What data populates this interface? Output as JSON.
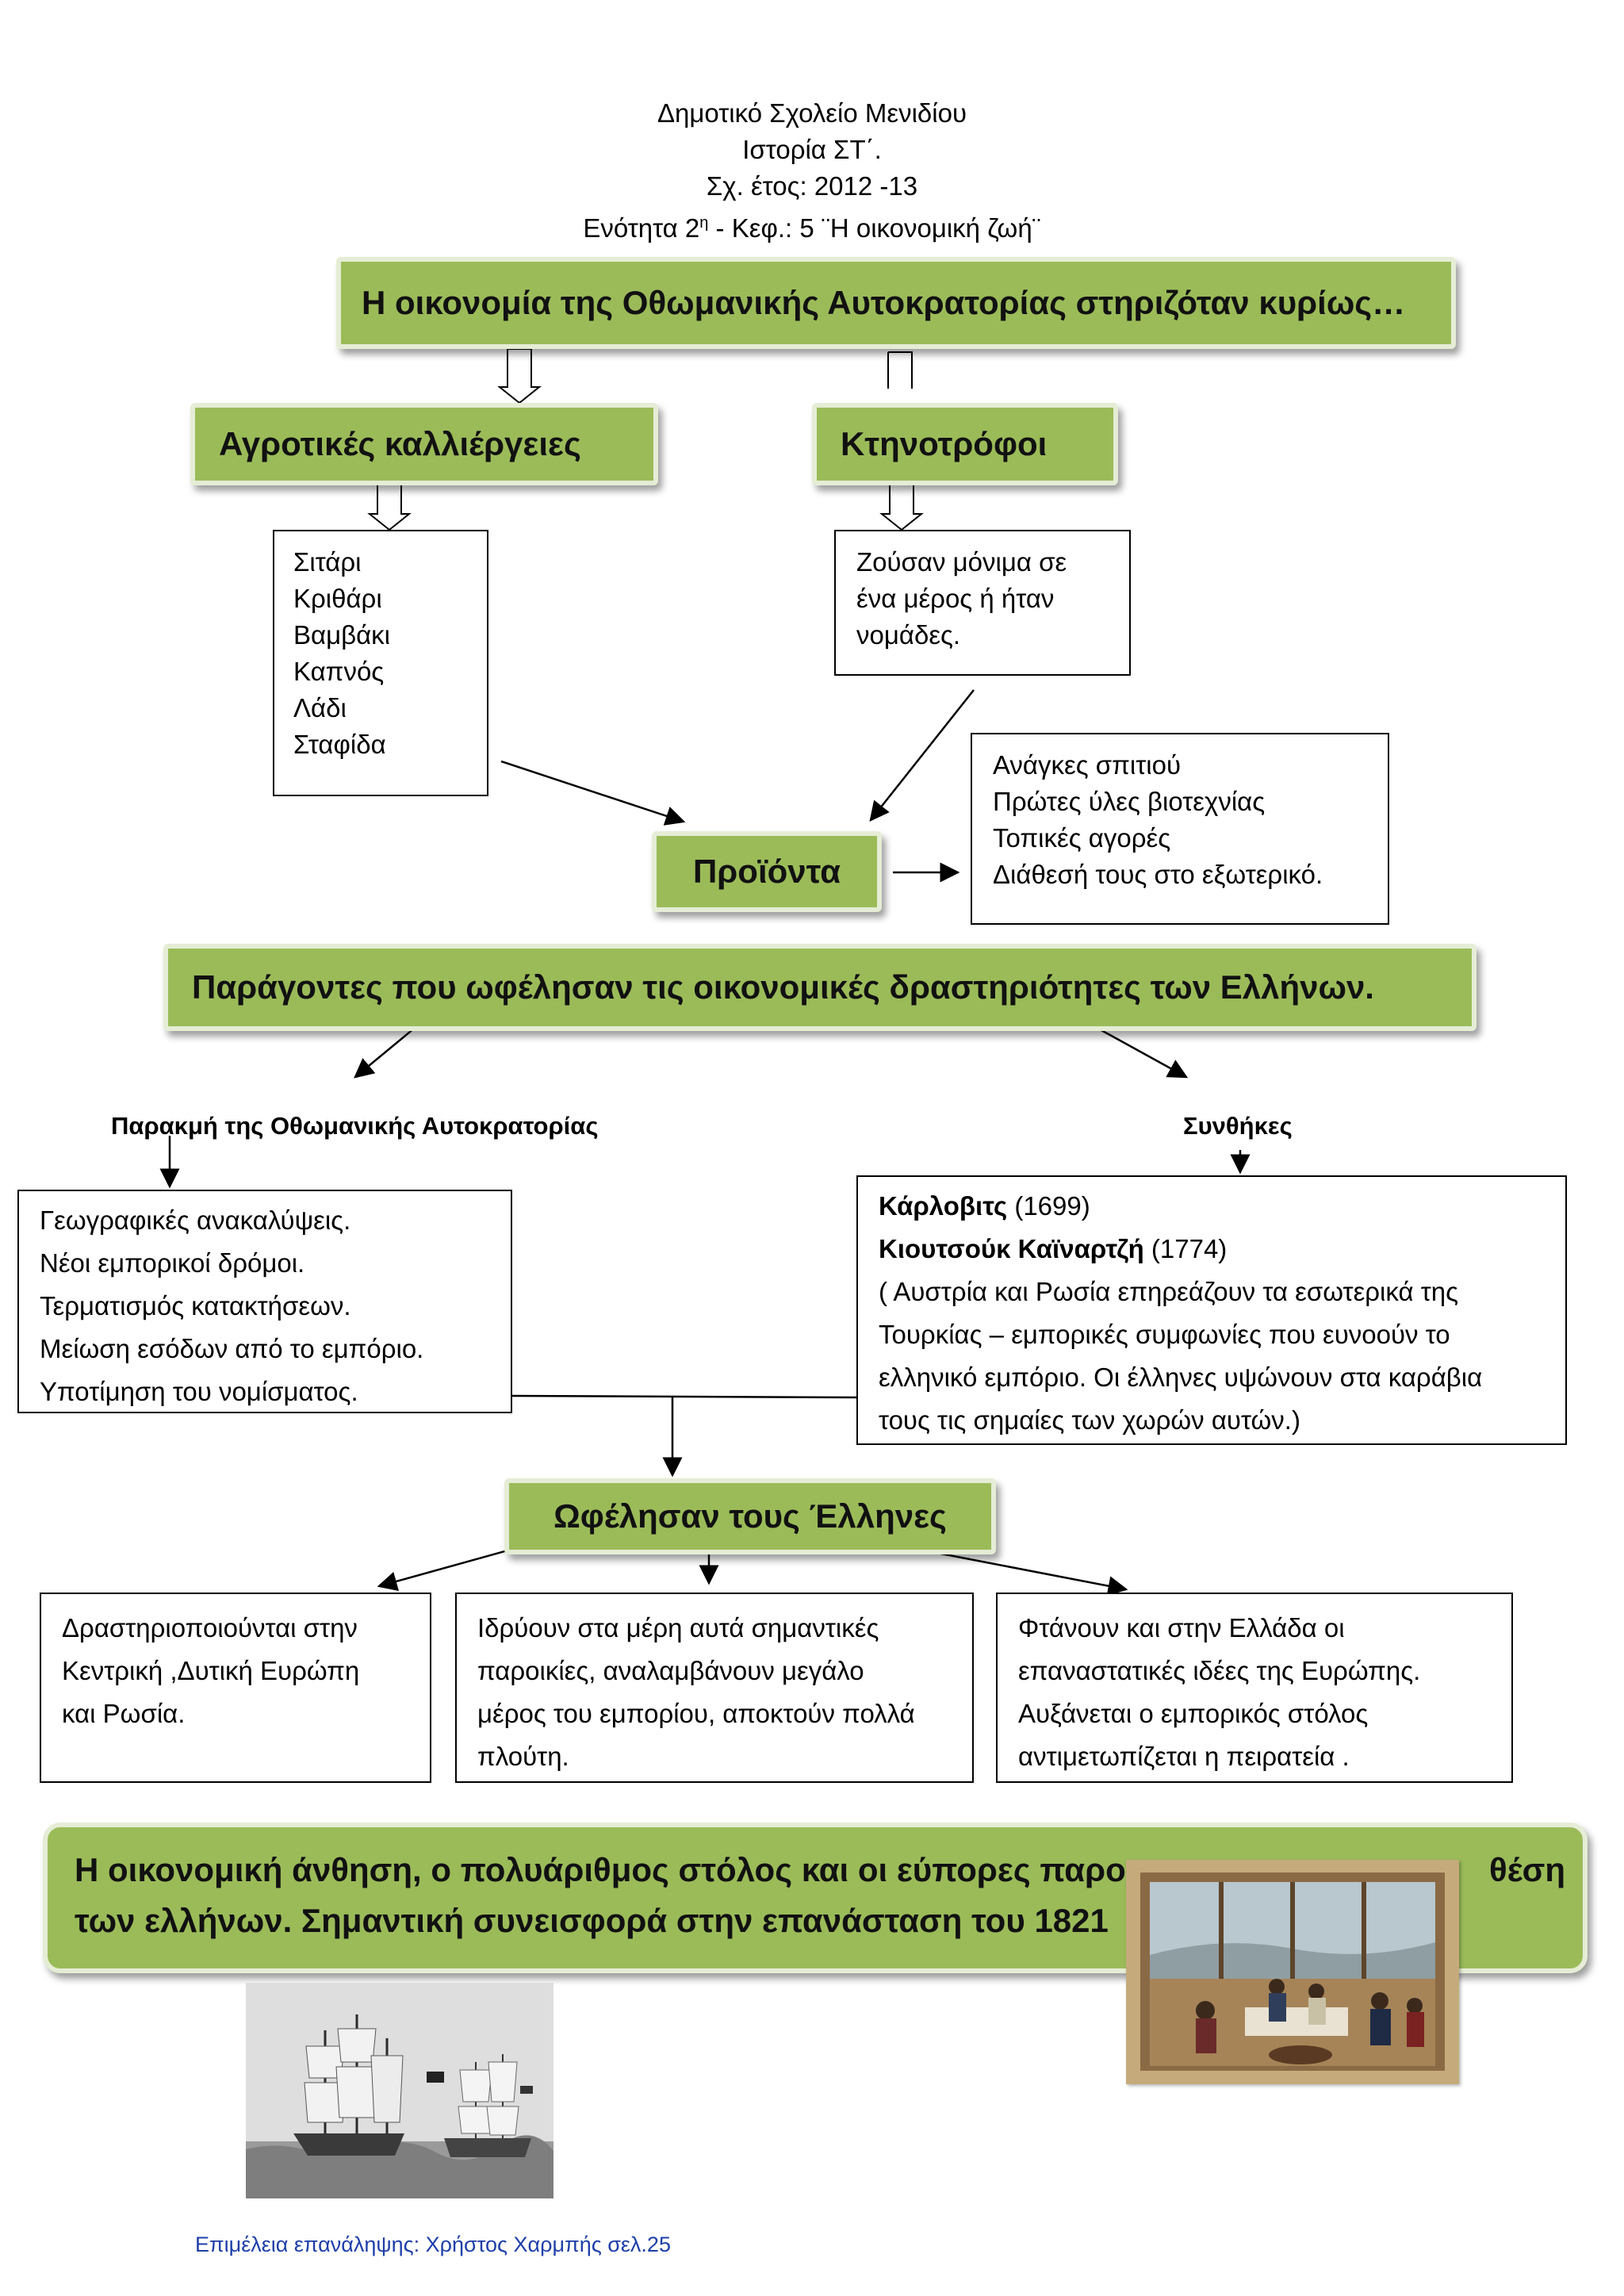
{
  "header": {
    "school": "Δημοτικό Σχολείο Μενιδίου",
    "subject": "Ιστορία ΣΤ΄.",
    "year": "Σχ. έτος: 2012 -13",
    "unit_prefix": "Ενότητα 2",
    "unit_sup": "η",
    "unit_suffix": " - Κεφ.: 5 ¨Η οικονομική ζωή¨"
  },
  "top_box": "Η οικονομία της Οθωμανικής Αυτοκρατορίας στηριζόταν κυρίως…",
  "agriculture": {
    "title": "Αγροτικές καλλιέργειες",
    "items": [
      "Σιτάρι",
      "Κριθάρι",
      "Βαμβάκι",
      "Καπνός",
      "Λάδι",
      "Σταφίδα"
    ]
  },
  "herders": {
    "title": "Κτηνοτρόφοι",
    "lines": [
      "Ζούσαν μόνιμα σε",
      "ένα μέρος ή ήταν",
      "νομάδες."
    ]
  },
  "products": {
    "title": "Προϊόντα",
    "uses": [
      "Ανάγκες σπιτιού",
      "Πρώτες ύλες βιοτεχνίας",
      "Τοπικές αγορές",
      "Διάθεσή τους στο εξωτερικό."
    ]
  },
  "factors_box": "Παράγοντες που ωφέλησαν τις οικονομικές δραστηριότητες των Ελλήνων.",
  "decline": {
    "label": "Παρακμή της Οθωμανικής Αυτοκρατορίας",
    "lines": [
      "Γεωγραφικές ανακαλύψεις.",
      "Νέοι εμπορικοί δρόμοι.",
      "Τερματισμός κατακτήσεων.",
      "Μείωση εσόδων από το εμπόριο.",
      "Υποτίμηση του νομίσματος."
    ]
  },
  "treaties": {
    "label": "Συνθήκες",
    "t1_name": "Κάρλοβιτς",
    "t1_year": " (1699)",
    "t2_name": "Κιουτσούκ Καϊναρτζή",
    "t2_year": " (1774)",
    "lines": [
      "( Αυστρία και Ρωσία επηρεάζουν τα εσωτερικά της",
      "Τουρκίας – εμπορικές συμφωνίες που ευνοούν το",
      "ελληνικό εμπόριο. Οι έλληνες υψώνουν στα καράβια",
      "τους τις σημαίες των χωρών αυτών.)"
    ]
  },
  "benefit_box": "Ωφέλησαν τους  Έλληνες",
  "results": {
    "left": [
      "Δραστηριοποιούνται στην",
      "Κεντρική ,Δυτική Ευρώπη",
      "και Ρωσία."
    ],
    "middle": [
      "Ιδρύουν στα μέρη αυτά σημαντικές",
      "παροικίες, αναλαμβάνουν μεγάλο",
      "μέρος του εμπορίου, αποκτούν πολλά",
      "πλούτη."
    ],
    "right": [
      "Φτάνουν και στην Ελλάδα οι",
      "επαναστατικές ιδέες της Ευρώπης.",
      "Αυξάνεται ο εμπορικός στόλος",
      "αντιμετωπίζεται η πειρατεία ."
    ]
  },
  "conclusion": {
    "line1_a": "Η οικονομική άνθηση, ο πολυάριθμος στόλος και οι εύπορες παρο",
    "line1_b": "θέση",
    "line2": "των ελλήνων.  Σημαντική συνεισφορά στην επανάσταση του 1821"
  },
  "footer": "Επιμέλεια επανάληψης: Χρήστος Χαρμπής σελ.25",
  "colors": {
    "green": "#9bbb59",
    "green_border": "#e5edd6",
    "footer_text": "#1f3fa8"
  }
}
